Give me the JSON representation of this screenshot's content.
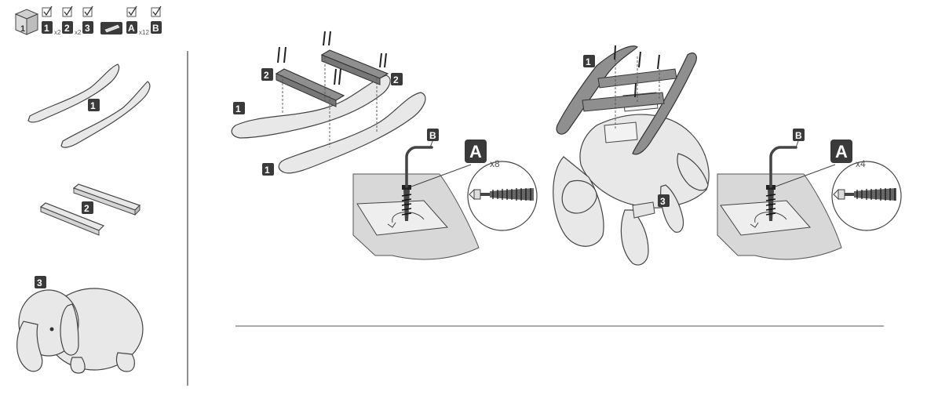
{
  "header": {
    "box_label": "1",
    "items": [
      {
        "label": "1",
        "qty": "x2"
      },
      {
        "label": "2",
        "qty": "x2"
      },
      {
        "label": "3",
        "qty": ""
      },
      {
        "label": "A",
        "qty": "x12"
      },
      {
        "label": "B",
        "qty": ""
      }
    ]
  },
  "parts": {
    "rocker_label": "1",
    "bars_label": "2",
    "elephant_label": "3"
  },
  "step1": {
    "bar_label_left": "2",
    "bar_label_right": "2",
    "rocker_label_top": "1",
    "rocker_label_bottom": "1",
    "tool_label": "B",
    "screw_label": "A",
    "screw_qty": "x8"
  },
  "step2": {
    "frame_label": "1",
    "toy_label": "3",
    "tool_label": "B",
    "screw_label": "A",
    "screw_qty": "x4"
  },
  "colors": {
    "badge": "#3a3a3a",
    "part_fill": "#e8e8e8",
    "part_dark": "#8f8f8f"
  }
}
